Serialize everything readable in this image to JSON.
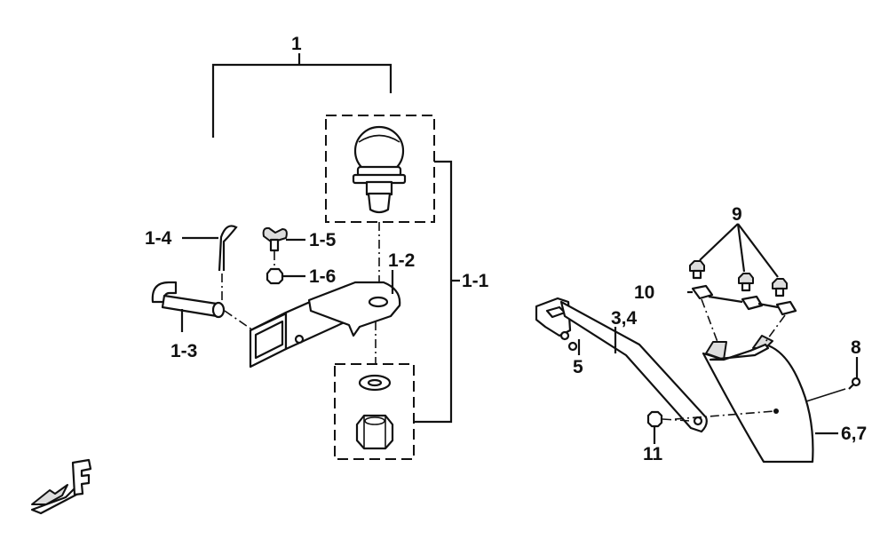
{
  "diagram": {
    "callouts": {
      "c1": "1",
      "c1_1": "1-1",
      "c1_2": "1-2",
      "c1_3": "1-3",
      "c1_4": "1-4",
      "c1_5": "1-5",
      "c1_6": "1-6",
      "c3_4": "3,4",
      "c5": "5",
      "c6_7": "6,7",
      "c8": "8",
      "c9": "9",
      "c10": "10",
      "c11": "11"
    },
    "direction_marker": "F"
  }
}
